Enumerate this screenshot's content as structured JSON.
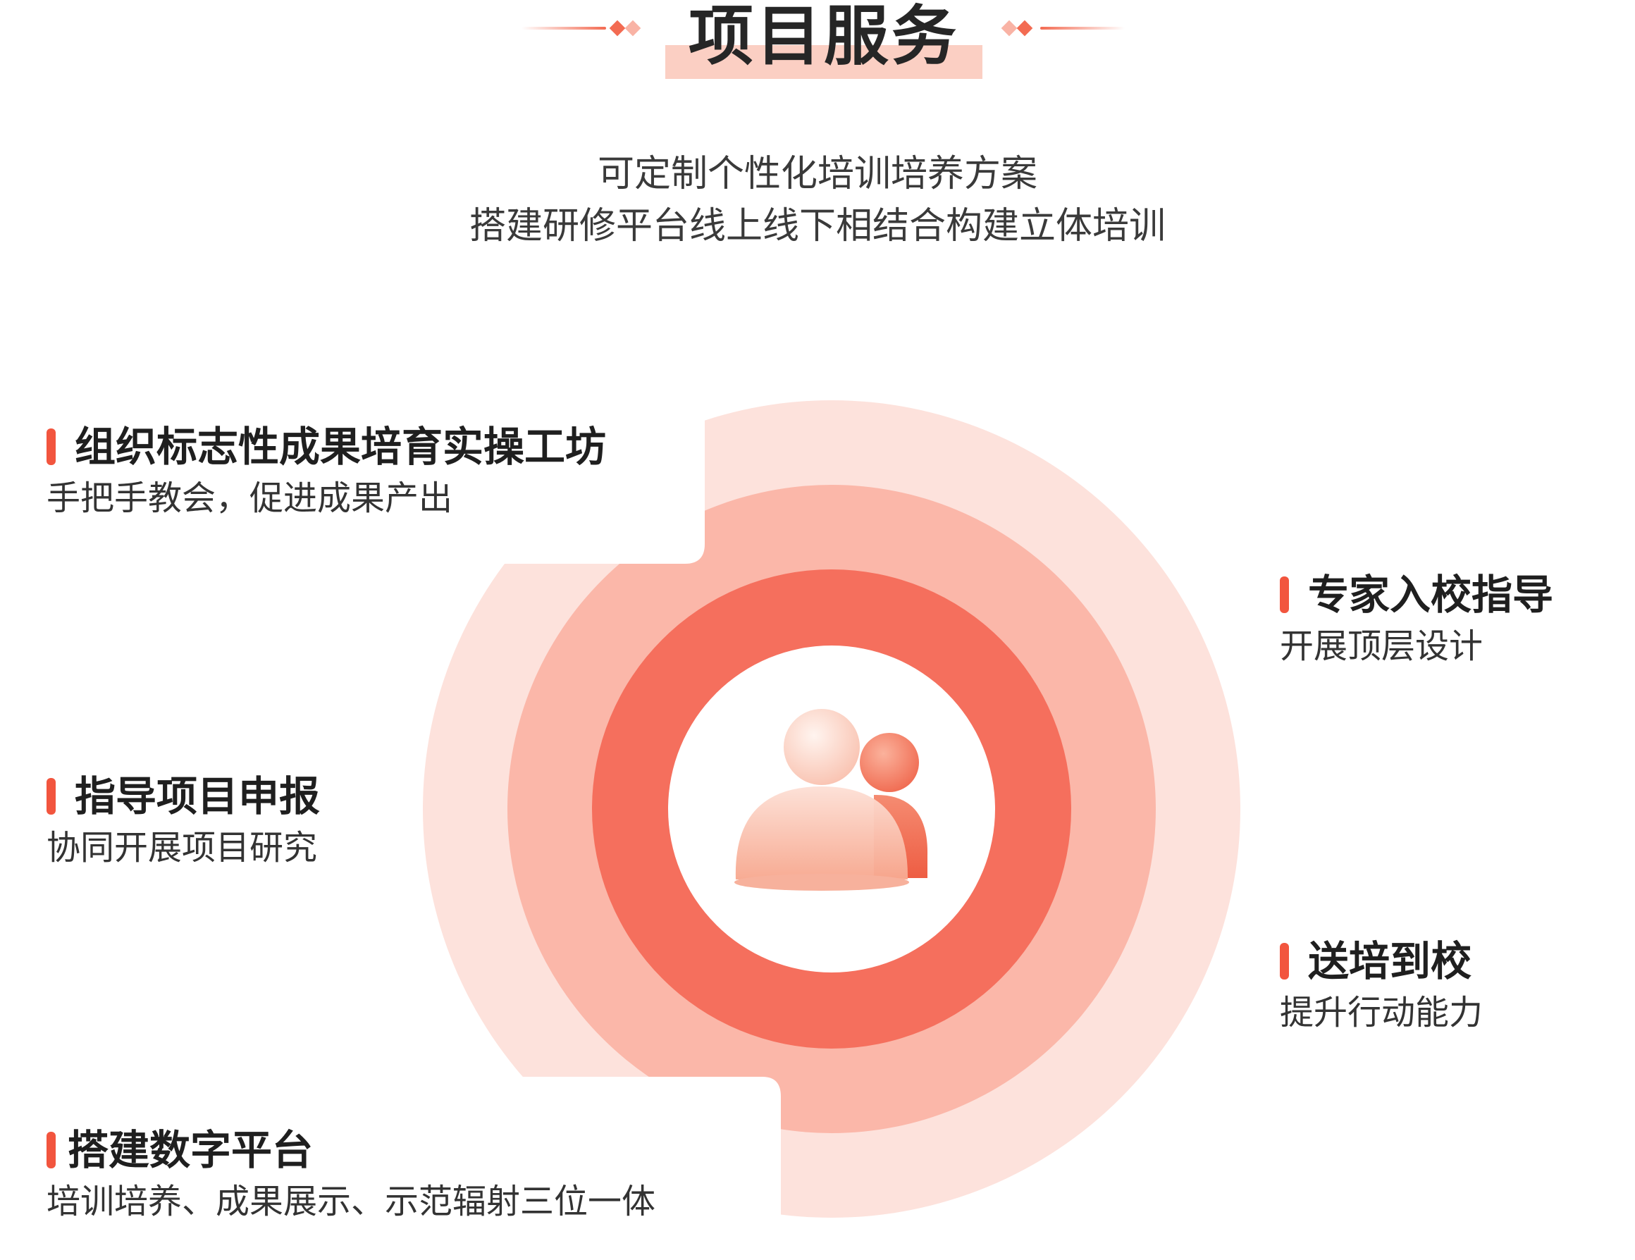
{
  "header": {
    "title": "项目服务",
    "subtitle_line1": "可定制个性化培训培养方案",
    "subtitle_line2": "搭建研修平台线上线下相结合构建立体培训"
  },
  "center_icon": "people-icon",
  "colors": {
    "accent": "#f2553e",
    "ring_outer": "#fde2dc",
    "ring_middle": "#fbb7a9",
    "ring_inner": "#f56f5d",
    "title_highlight": "#fbcfc3"
  },
  "features": [
    {
      "title": "组织标志性成果培育实操工坊",
      "desc": "手把手教会，促进成果产出"
    },
    {
      "title": "指导项目申报",
      "desc": "协同开展项目研究"
    },
    {
      "title": "搭建数字平台",
      "desc": "培训培养、成果展示、示范辐射三位一体"
    },
    {
      "title": "专家入校指导",
      "desc": "开展顶层设计"
    },
    {
      "title": "送培到校",
      "desc": "提升行动能力"
    }
  ]
}
